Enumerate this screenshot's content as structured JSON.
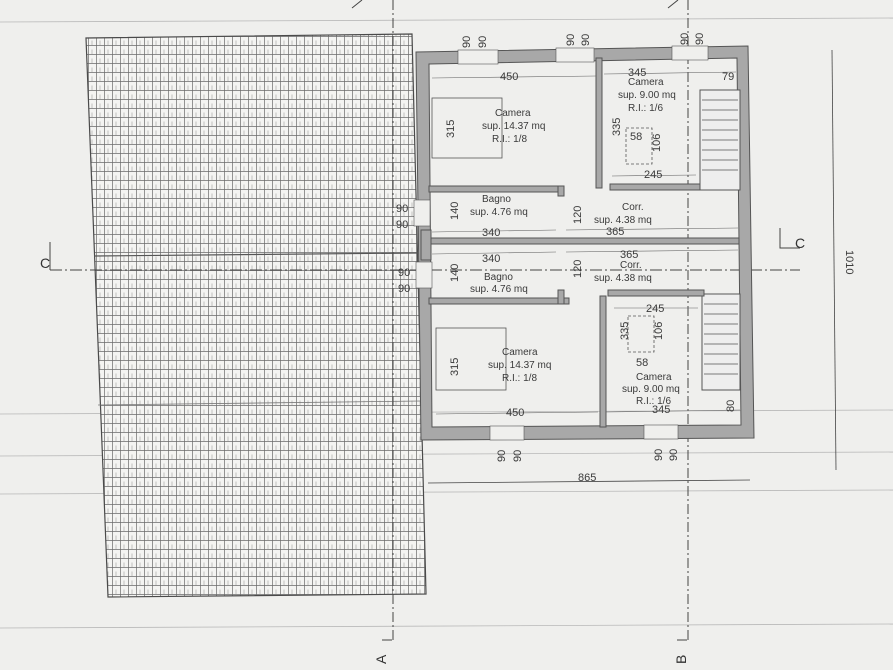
{
  "sections": {
    "a": "A",
    "b": "B",
    "c": "C"
  },
  "overall": {
    "width": "865",
    "height": "1010"
  },
  "upper_unit": {
    "bedroom_large": {
      "name": "Camera",
      "area": "sup. 14.37 mq",
      "ri": "R.I.: 1/8",
      "width": "450",
      "depth": "315"
    },
    "bedroom_small": {
      "name": "Camera",
      "area": "sup. 9.00 mq",
      "ri": "R.I.: 1/6",
      "width": "345",
      "depth": "335",
      "stair_width": "245",
      "bed_w": "58",
      "bed_l": "106",
      "wall": "79"
    },
    "bathroom": {
      "name": "Bagno",
      "area": "sup. 4.76 mq",
      "width": "340",
      "depth": "140"
    },
    "corridor": {
      "name": "Corr.",
      "area": "sup. 4.38 mq",
      "width": "365",
      "depth": "120"
    }
  },
  "lower_unit": {
    "bedroom_large": {
      "name": "Camera",
      "area": "sup. 14.37 mq",
      "ri": "R.I.: 1/8",
      "width": "450",
      "depth": "315"
    },
    "bedroom_small": {
      "name": "Camera",
      "area": "sup. 9.00 mq",
      "ri": "R.I.: 1/6",
      "width": "345",
      "depth": "335",
      "stair_width": "245",
      "bed_w": "58",
      "bed_l": "106",
      "wall": "80"
    },
    "bathroom": {
      "name": "Bagno",
      "area": "sup. 4.76 mq",
      "width": "340",
      "depth": "140"
    },
    "corridor": {
      "name": "Corr.",
      "area": "sup. 4.38 mq",
      "width": "365",
      "depth": "120"
    }
  },
  "openings": {
    "top": [
      "90",
      "90",
      "90",
      "90",
      "90",
      "90"
    ],
    "bottom": [
      "90",
      "90",
      "90",
      "90"
    ],
    "left": [
      "90",
      "90",
      "90",
      "90"
    ]
  }
}
